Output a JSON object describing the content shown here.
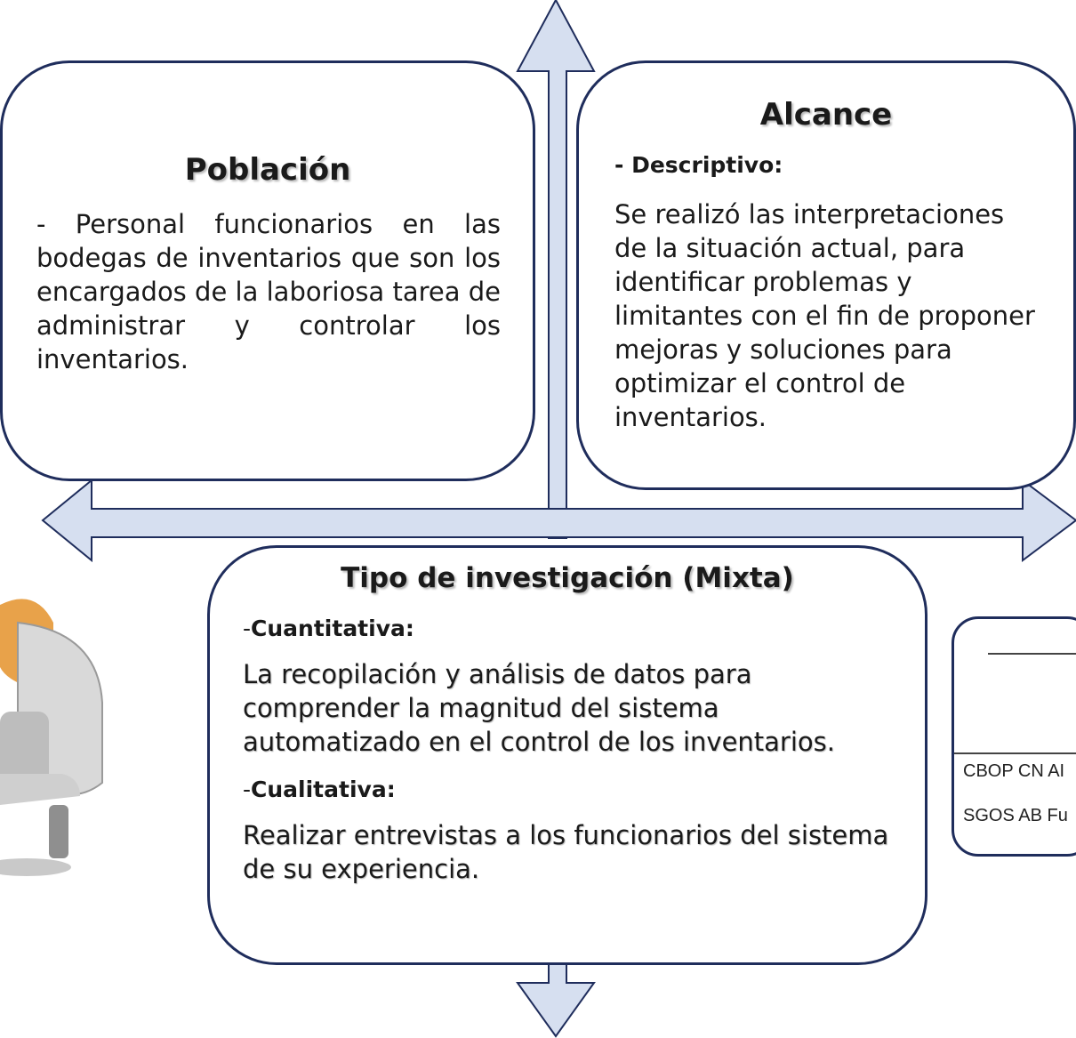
{
  "colors": {
    "arrow_fill": "#d6dff0",
    "arrow_stroke": "#1f2d5c",
    "box_border": "#1f2d5c"
  },
  "poblacion": {
    "title": "Población",
    "text": "- Personal funcionarios en las bodegas de inventarios que son los encargados de la laboriosa tarea de administrar y controlar los inventarios."
  },
  "alcance": {
    "title": "Alcance",
    "subtitle": "- Descriptivo:",
    "text": "Se realizó las interpretaciones de la situación actual, para identificar problemas y limitantes con el fin de proponer mejoras y soluciones para optimizar el control de inventarios."
  },
  "tipo": {
    "title": "Tipo de investigación (Mixta)",
    "cuantitativa_dash": "-",
    "cuantitativa_label": "Cuantitativa:",
    "cuantitativa_text": "La recopilación y análisis de datos para comprender la magnitud del sistema automatizado en el control de los inventarios.",
    "cualitativa_dash": "-",
    "cualitativa_label": "Cualitativa:",
    "cualitativa_text": "Realizar entrevistas a los funcionarios del sistema de su experiencia."
  },
  "doc_fragment": {
    "line1": "CBOP CN AI",
    "line2": "SGOS AB Fu"
  },
  "icons": {
    "person": "person-in-armchair-icon"
  }
}
